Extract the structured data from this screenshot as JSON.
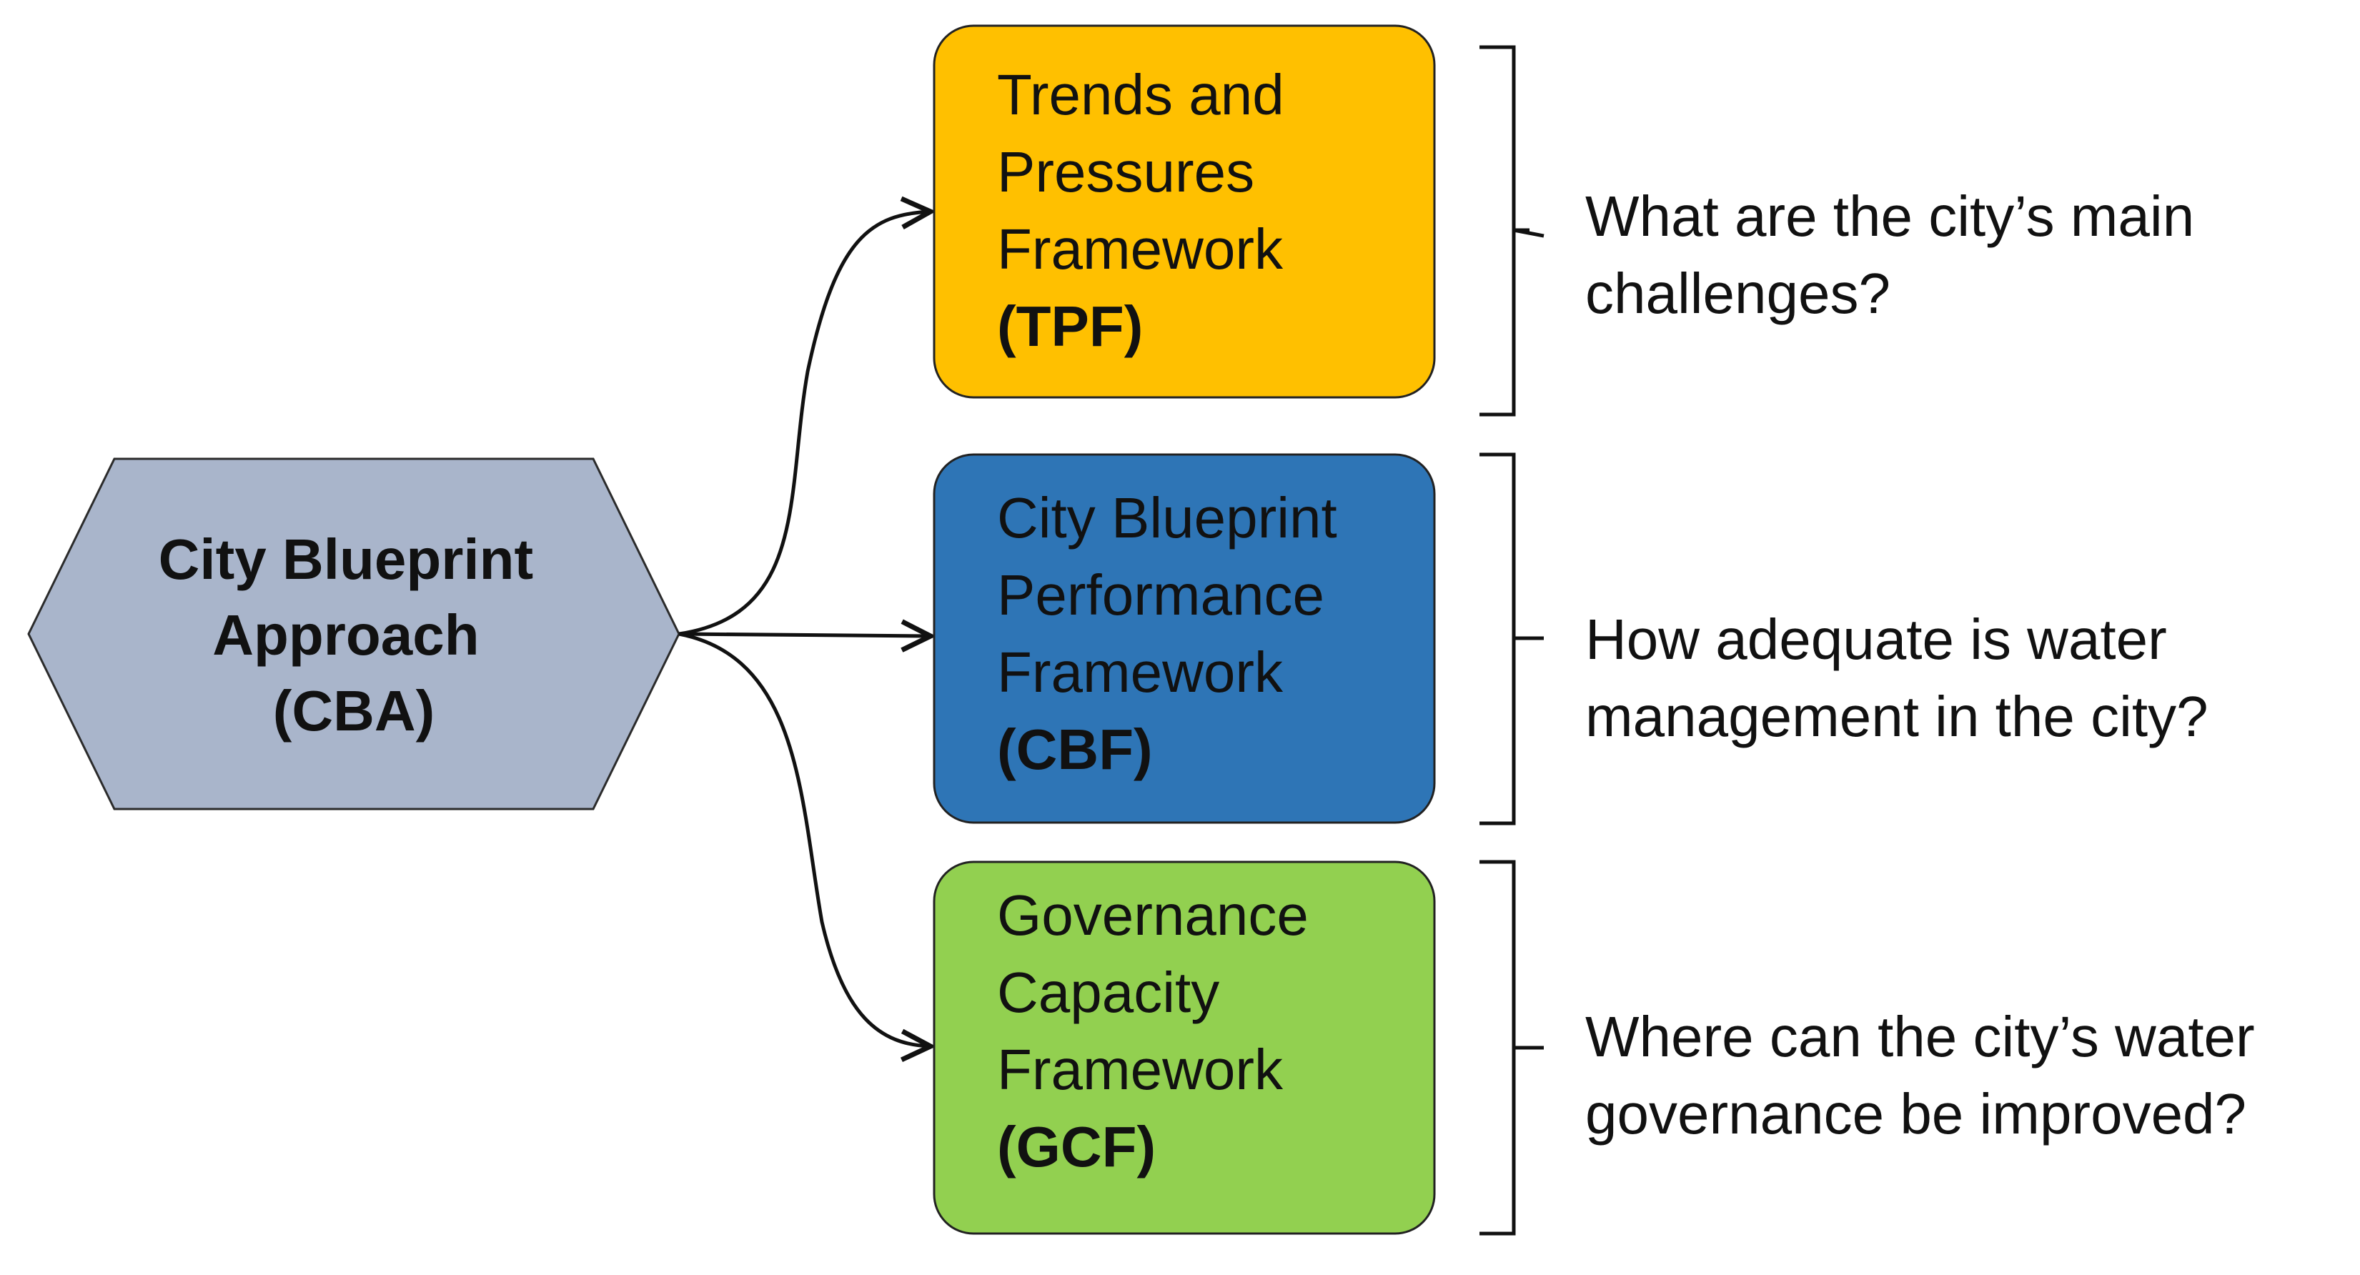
{
  "approach": {
    "lines": [
      "City Blueprint",
      "Approach",
      "(CBA)"
    ],
    "color": "#A9B5CB"
  },
  "frameworks": [
    {
      "lines": [
        "Trends and",
        "Pressures",
        "Framework"
      ],
      "abbr": "(TPF)",
      "color": "#FFC000",
      "question": [
        "What are the city’s main",
        "challenges?"
      ]
    },
    {
      "lines": [
        "City Blueprint",
        "Performance",
        "Framework"
      ],
      "abbr": "(CBF)",
      "color": "#2E75B6",
      "question": [
        "How adequate is water",
        "management in the city?"
      ]
    },
    {
      "lines": [
        "Governance",
        "Capacity",
        "Framework"
      ],
      "abbr": "(GCF)",
      "color": "#92D050",
      "question": [
        "Where can the city’s water",
        "governance be improved?"
      ]
    }
  ]
}
